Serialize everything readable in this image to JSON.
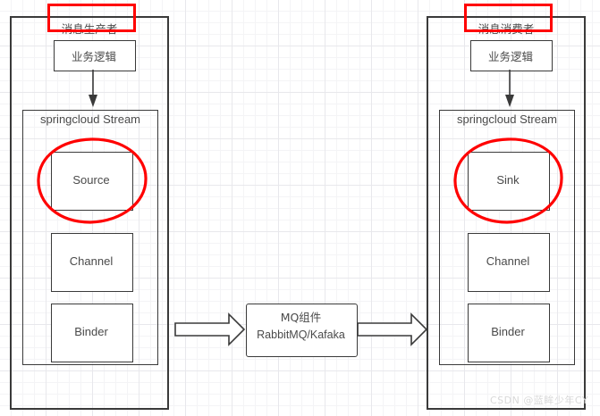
{
  "diagram": {
    "background": "#ffffff",
    "grid_color": "#e8e8ec",
    "stroke_color": "#3a3a3a",
    "highlight_color": "#ff0000",
    "text_color": "#4a4a4a"
  },
  "producer": {
    "title": "消息生产者",
    "business_logic": "业务逻辑",
    "stream_title": "springcloud Stream",
    "components": [
      {
        "label": "Source"
      },
      {
        "label": "Channel"
      },
      {
        "label": "Binder"
      }
    ]
  },
  "consumer": {
    "title": "消息消费者",
    "business_logic": "业务逻辑",
    "stream_title": "springcloud Stream",
    "components": [
      {
        "label": "Sink"
      },
      {
        "label": "Channel"
      },
      {
        "label": "Binder"
      }
    ]
  },
  "broker": {
    "line1": "MQ组件",
    "line2": "RabbitMQ/Kafaka"
  },
  "arrows": {
    "producer_to_broker": "block-arrow-right",
    "broker_to_consumer": "block-arrow-right",
    "producer_logic_to_stream": "arrow-down",
    "consumer_logic_to_stream": "arrow-down"
  },
  "annotations": {
    "source_circle": "red-ellipse-source",
    "sink_circle": "red-ellipse-sink",
    "producer_title_box": "red-rect-producer-title",
    "consumer_title_box": "red-rect-consumer-title"
  },
  "watermark": {
    "text": "CSDN @蓝眸少年CY"
  }
}
